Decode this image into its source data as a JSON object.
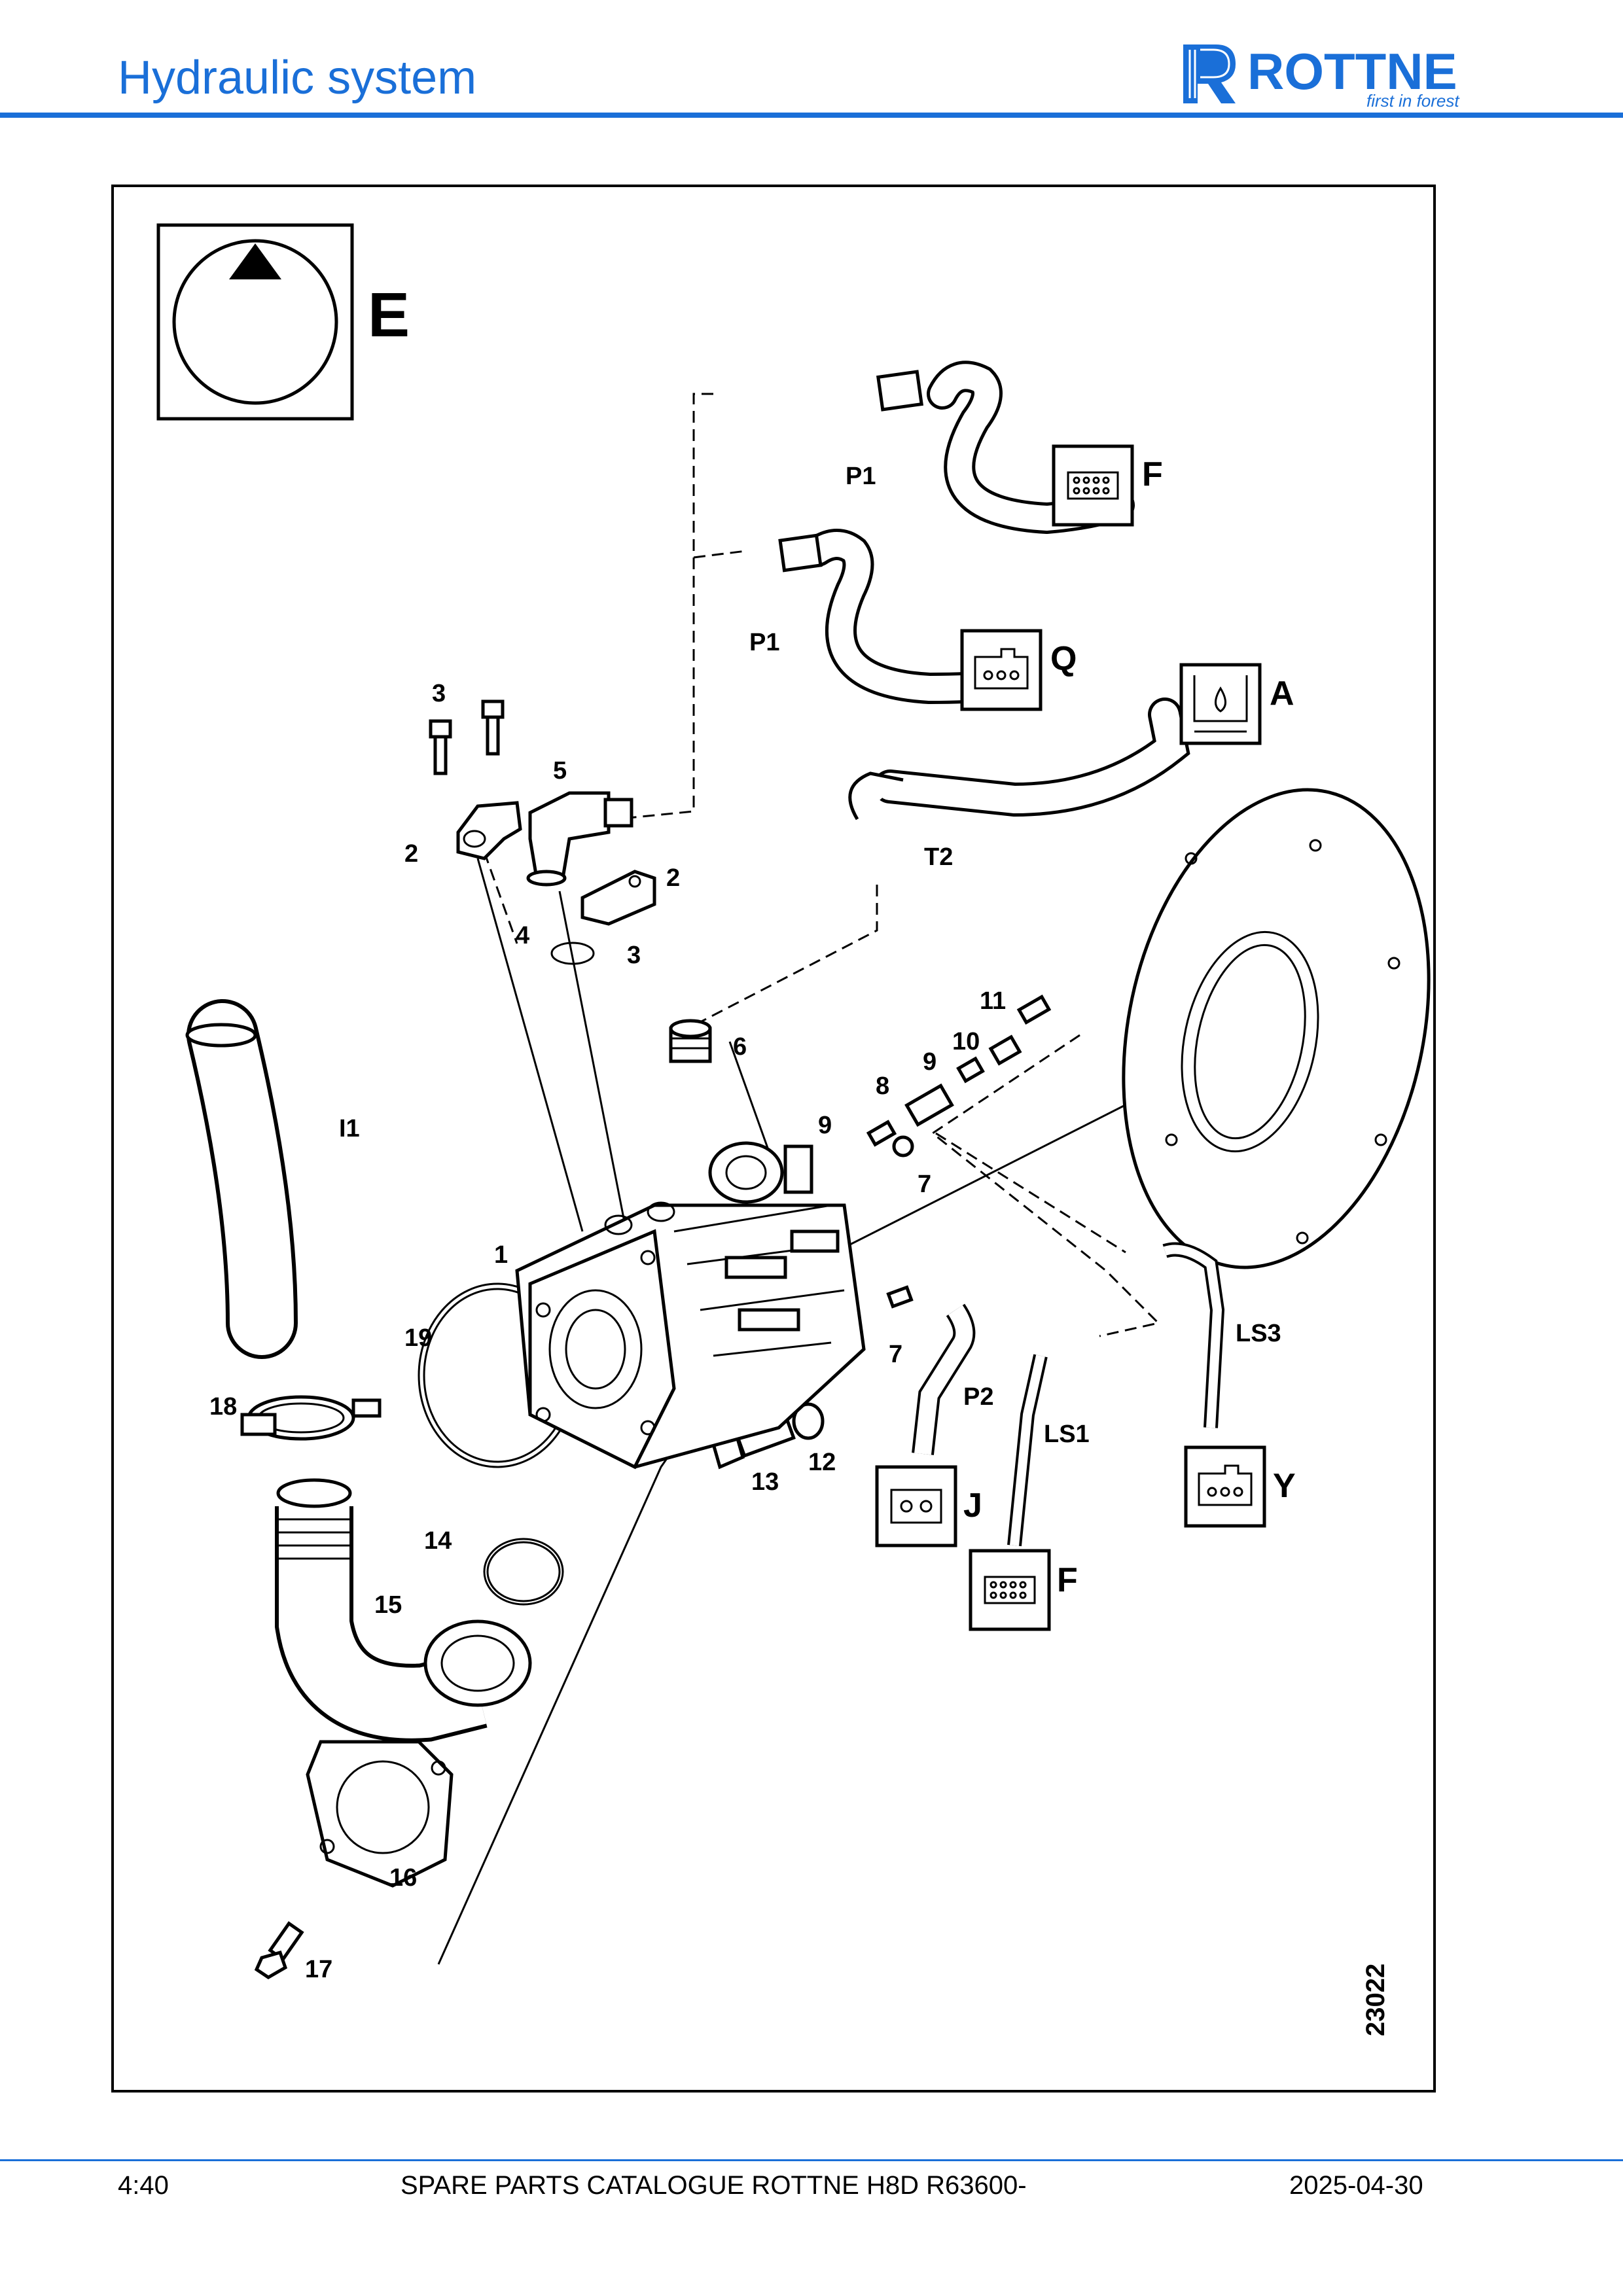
{
  "header": {
    "title": "Hydraulic system",
    "logo_text": "ROTTNE",
    "logo_tagline": "first in forest",
    "accent_color": "#1a6fd8"
  },
  "diagram": {
    "section_letter": "E",
    "drawing_number": "23022",
    "callouts": {
      "c1": "1",
      "c2a": "2",
      "c2b": "2",
      "c3a": "3",
      "c3b": "3",
      "c4": "4",
      "c5": "5",
      "c6": "6",
      "c7a": "7",
      "c7b": "7",
      "c8": "8",
      "c9a": "9",
      "c9b": "9",
      "c10": "10",
      "c11": "11",
      "c12": "12",
      "c13": "13",
      "c14": "14",
      "c15": "15",
      "c16": "16",
      "c17": "17",
      "c18": "18",
      "c19": "19",
      "p1a": "P1",
      "p1b": "P1",
      "t2": "T2",
      "p2": "P2",
      "ls1": "LS1",
      "ls3": "LS3",
      "i1": "I1"
    },
    "connectors": {
      "f_top": "F",
      "q": "Q",
      "a": "A",
      "j": "J",
      "f_bottom": "F",
      "y": "Y"
    }
  },
  "footer": {
    "page_number": "4:40",
    "catalogue_title": "SPARE PARTS CATALOGUE ROTTNE H8D R63600-",
    "date": "2025-04-30"
  }
}
